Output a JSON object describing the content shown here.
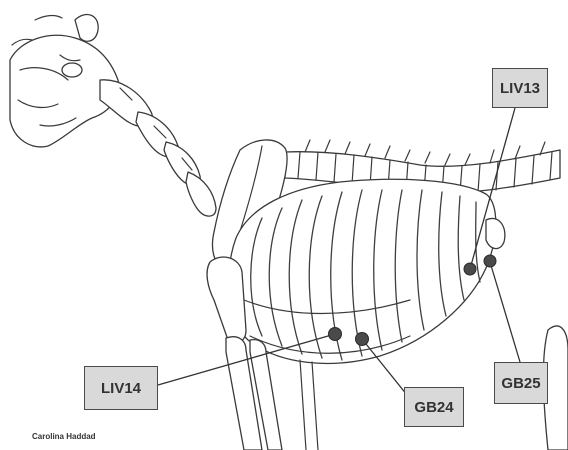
{
  "labels": {
    "liv13": "LIV13",
    "liv14": "LIV14",
    "gb24": "GB24",
    "gb25": "GB25"
  },
  "credit": "Carolina Haddad",
  "colors": {
    "label_fill": "#d9d9d9",
    "label_border": "#4a4a4a",
    "point_fill": "#4a4a4a",
    "line": "#333333"
  }
}
